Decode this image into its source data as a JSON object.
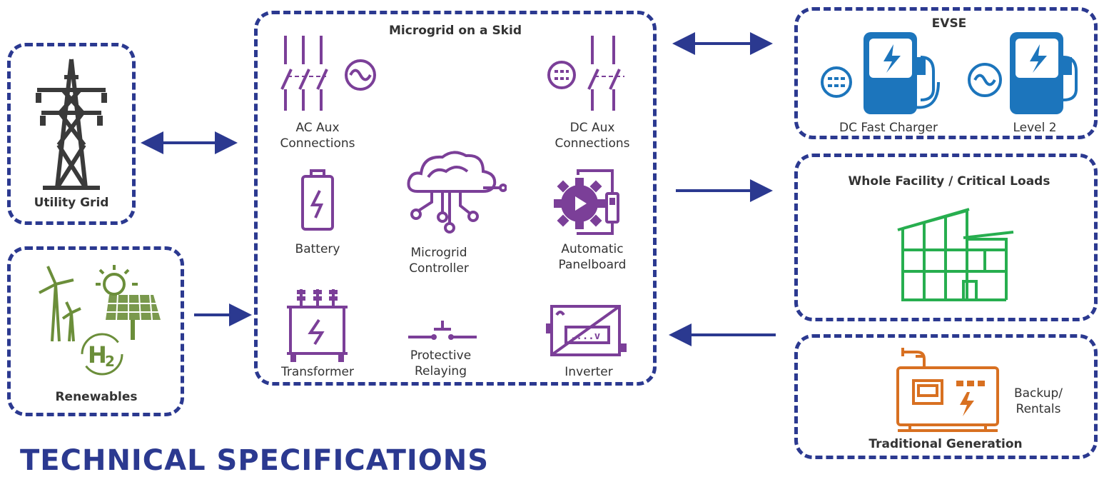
{
  "utility": {
    "label": "Utility Grid"
  },
  "renewables": {
    "label": "Renewables",
    "h2": "H2"
  },
  "skid": {
    "title": "Microgrid on a Skid",
    "ac_aux": "AC Aux\nConnections",
    "dc_aux": "DC Aux\nConnections",
    "battery": "Battery",
    "controller": "Microgrid\nController",
    "panelboard": "Automatic\nPanelboard",
    "transformer": "Transformer",
    "relaying": "Protective\nRelaying",
    "inverter": "Inverter"
  },
  "evse": {
    "title": "EVSE",
    "dcfc": "DC Fast Charger",
    "level2": "Level 2"
  },
  "facility": {
    "title": "Whole Facility / Critical Loads"
  },
  "generation": {
    "title": "Traditional Generation",
    "note": "Backup/\nRentals"
  },
  "footer": {
    "heading": "TECHNICAL SPECIFICATIONS"
  },
  "colors": {
    "dashed_border": "#2b3990",
    "skid_purple": "#7b3f98",
    "evse_blue": "#1c75bc",
    "facility_green": "#27ae4f",
    "generation_orange": "#d87021",
    "renewable_green": "#6b8e3a",
    "utility_gray": "#3a3a3a"
  }
}
